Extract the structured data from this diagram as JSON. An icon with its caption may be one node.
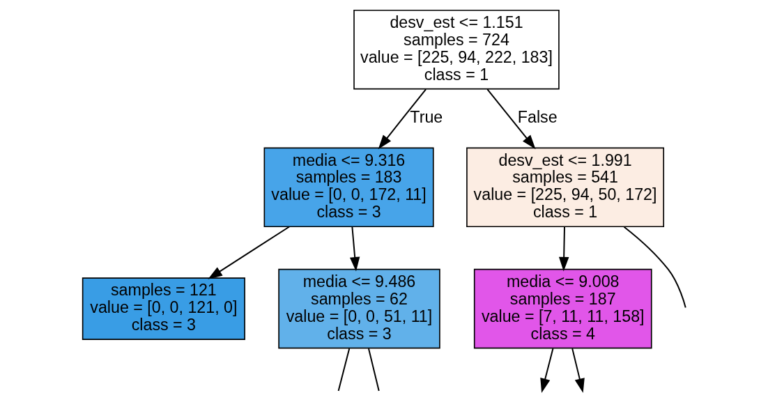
{
  "diagram": {
    "nodes": [
      {
        "text": [
          "desv_est <= 1.151 samples = 724 value = [225, 94, 222, 183] class = 1"
        ]
      },
      {
        "text": [
          "media <= 9.316 samples = 183 value = [0, 0, 172, 11] class = 3"
        ]
      },
      {
        "text": [
          "desv_est <= 1.991 samples = 541 value = [225, 94, 50, 172] class = 1"
        ]
      },
      {
        "text": [
          "samples = 121 value = [0, 0, 121, 0] class = 3"
        ]
      },
      {
        "text": [
          "media <= 9.486 samples = 62 value = [0, 0, 51, 11] class = 3"
        ]
      },
      {
        "text": [
          "media <= 9.008 samples = 187 value = [7, 11, 11, 158] class = 4"
        ]
      }
    ],
    "edges": [
      {
        "from": 0,
        "to": 1,
        "arrow": "to",
        "label": "True"
      },
      {
        "from": 0,
        "to": 2,
        "arrow": "to",
        "label": "False"
      },
      {
        "from": 2,
        "to": null,
        "arrow": "none"
      },
      {
        "from": 1,
        "to": 3,
        "arrow": "to"
      },
      {
        "from": 1,
        "to": 4,
        "arrow": "to"
      },
      {
        "from": 2,
        "to": 5,
        "arrow": "to"
      },
      {
        "from": 4,
        "to": null,
        "arrow": "none"
      },
      {
        "from": 4,
        "to": null,
        "arrow": "none"
      },
      {
        "from": 5,
        "to": null,
        "arrow": "to"
      },
      {
        "from": 5,
        "to": null,
        "arrow": "to"
      }
    ]
  }
}
